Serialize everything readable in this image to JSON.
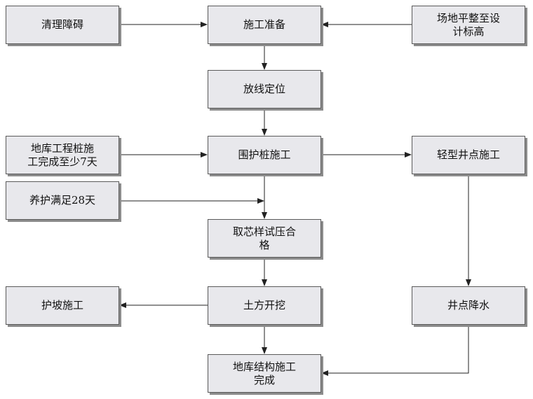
{
  "diagram": {
    "nodes": {
      "qingli": {
        "label": "清理障碍"
      },
      "shigongzb": {
        "label": "施工准备"
      },
      "changdi": {
        "label": "场地平整至设\n计标高"
      },
      "fangxian": {
        "label": "放线定位"
      },
      "diku": {
        "label": "地库工程桩施\n工完成至少7天"
      },
      "weihu": {
        "label": "围护桩施工"
      },
      "qingxing": {
        "label": "轻型井点施工"
      },
      "yanghu": {
        "label": "养护满足28天"
      },
      "quxin": {
        "label": "取芯样试压合\n格"
      },
      "hupo": {
        "label": "护坡施工"
      },
      "tufang": {
        "label": "土方开挖"
      },
      "jiangshui": {
        "label": "井点降水"
      },
      "jiegou": {
        "label": "地库结构施工\n完成"
      }
    },
    "edges": [
      {
        "from": "qingli",
        "to": "shigongzb"
      },
      {
        "from": "changdi",
        "to": "shigongzb"
      },
      {
        "from": "shigongzb",
        "to": "fangxian"
      },
      {
        "from": "fangxian",
        "to": "weihu"
      },
      {
        "from": "diku",
        "to": "weihu"
      },
      {
        "from": "weihu",
        "to": "qingxing"
      },
      {
        "from": "weihu",
        "to": "quxin"
      },
      {
        "from": "yanghu",
        "to": "quxin"
      },
      {
        "from": "quxin",
        "to": "tufang"
      },
      {
        "from": "tufang",
        "to": "hupo"
      },
      {
        "from": "tufang",
        "to": "jiegou"
      },
      {
        "from": "qingxing",
        "to": "jiangshui"
      },
      {
        "from": "jiangshui",
        "to": "jiegou"
      }
    ],
    "colors": {
      "box_fill": "#e8e8ec",
      "box_border": "#5a5a5a",
      "box_shadow": "#8c8c8c",
      "line": "#222222"
    }
  }
}
